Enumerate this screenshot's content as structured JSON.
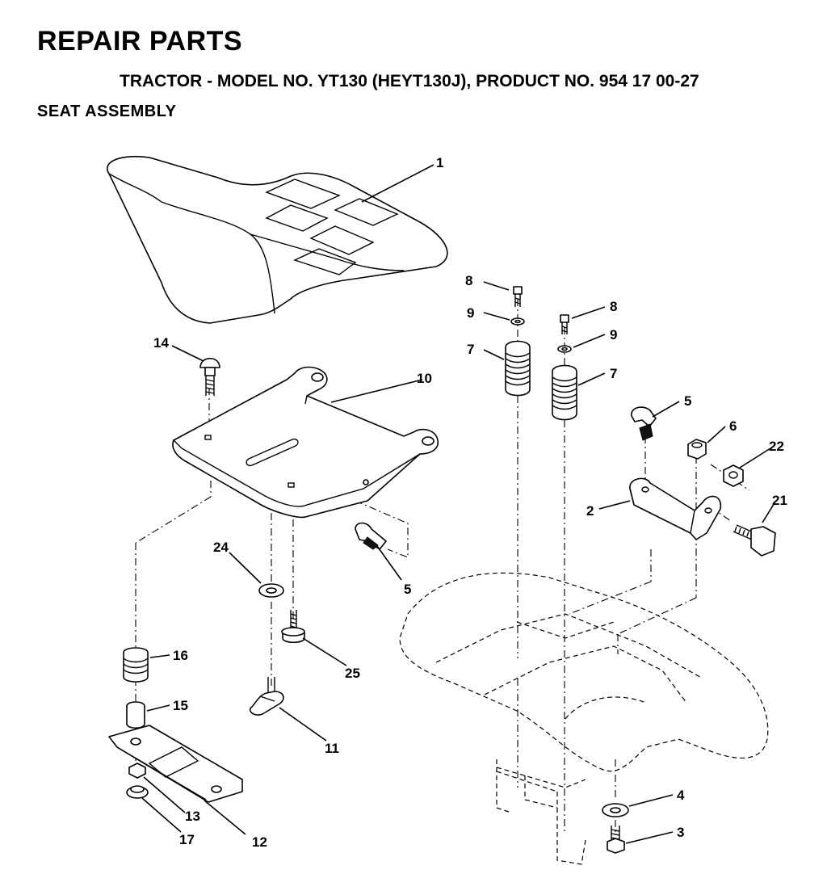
{
  "header": {
    "title": "REPAIR PARTS",
    "subtitle": "TRACTOR - MODEL NO. YT130 (HEYT130J), PRODUCT NO. 954 17 00-27",
    "section": "SEAT ASSEMBLY"
  },
  "callouts": {
    "c1": "1",
    "c2": "2",
    "c3": "3",
    "c4": "4",
    "c5a": "5",
    "c5b": "5",
    "c6": "6",
    "c7a": "7",
    "c7b": "7",
    "c8a": "8",
    "c8b": "8",
    "c9a": "9",
    "c9b": "9",
    "c10": "10",
    "c11": "11",
    "c12": "12",
    "c13": "13",
    "c14": "14",
    "c15": "15",
    "c16": "16",
    "c17": "17",
    "c21": "21",
    "c22": "22",
    "c24": "24",
    "c25": "25"
  }
}
